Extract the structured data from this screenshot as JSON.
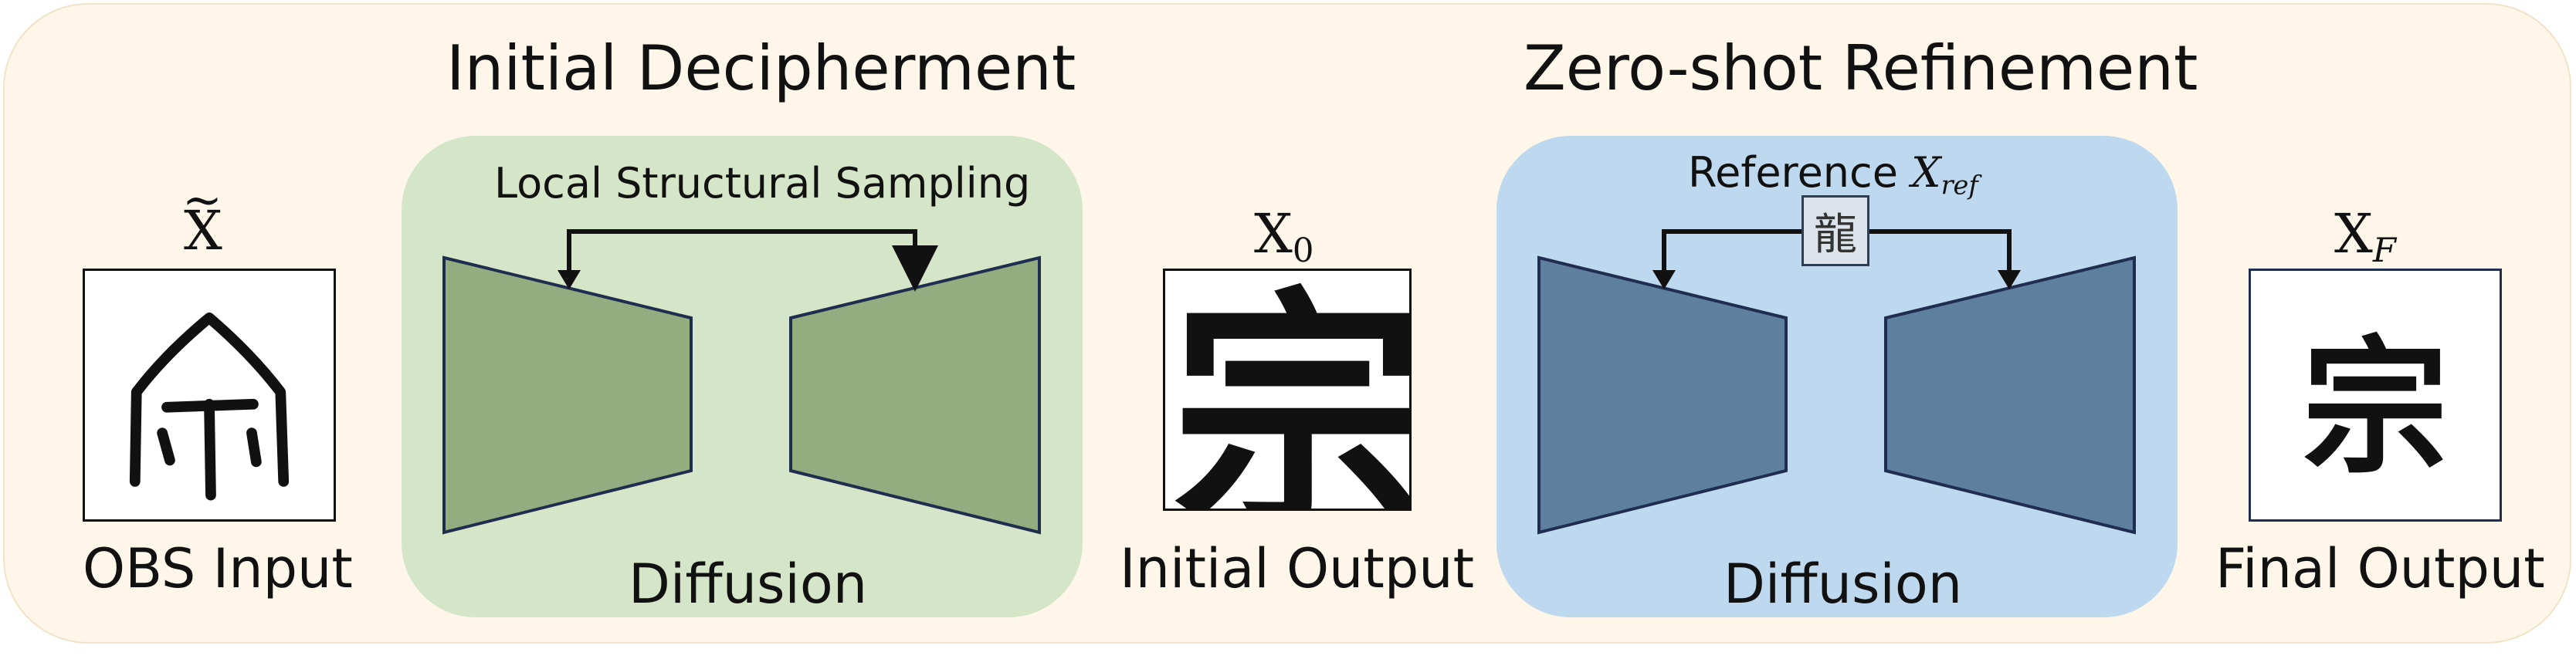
{
  "titles": {
    "left": "Initial Decipherment",
    "right": "Zero-shot Refinement"
  },
  "input": {
    "symbol": "X",
    "caption": "OBS Input"
  },
  "initial": {
    "symbol": "X",
    "subscript": "0",
    "caption": "Initial Output",
    "glyph": "宗"
  },
  "final": {
    "symbol": "X",
    "subscript": "F",
    "caption": "Final Output",
    "glyph": "宗"
  },
  "stage1": {
    "sampling_label": "Local Structural Sampling",
    "model_label": "Diffusion"
  },
  "stage2": {
    "reference_label": "Reference",
    "reference_symbol": "X",
    "reference_subscript": "ref",
    "reference_glyph": "龍",
    "model_label": "Diffusion"
  },
  "colors": {
    "background": "#fdf6e9",
    "green_panel": "#d5e6c8",
    "green_trapezoid": "#93ad80",
    "blue_panel": "#bed9ef",
    "blue_trapezoid": "#5f7f9f",
    "stroke": "#1f2d4f"
  }
}
